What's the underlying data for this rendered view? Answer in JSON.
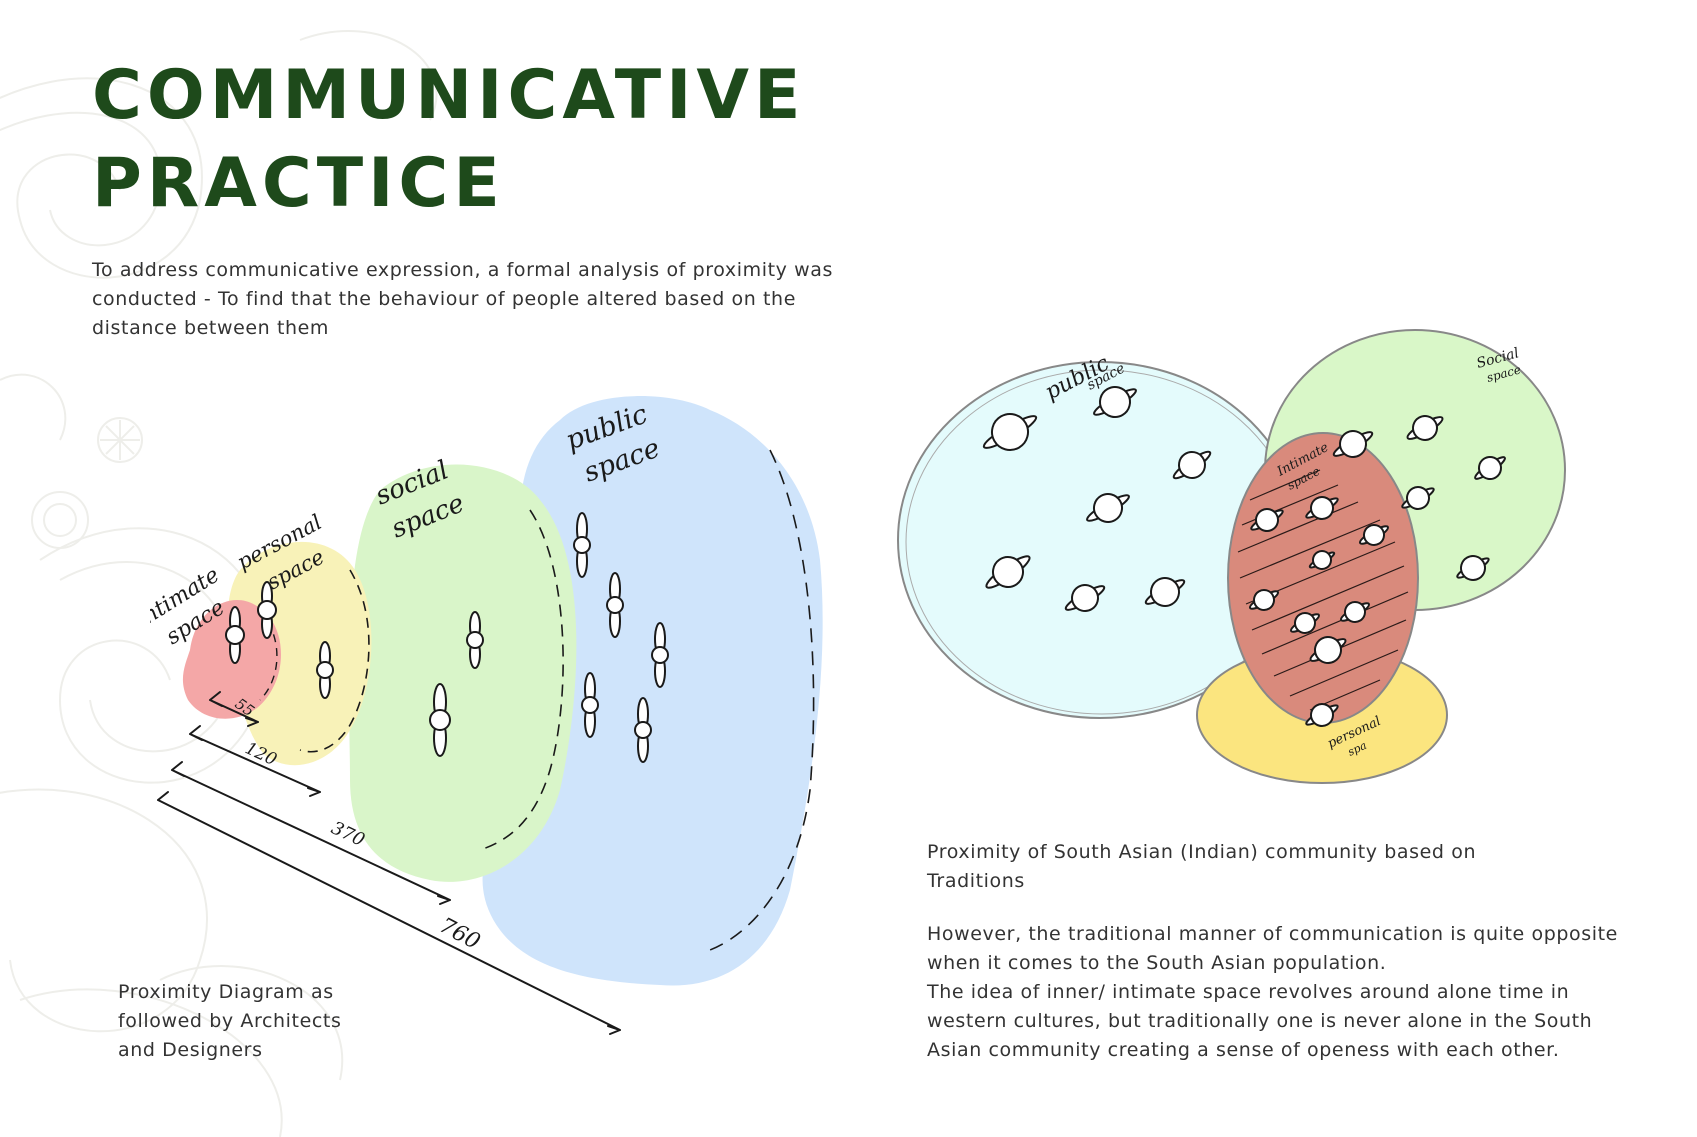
{
  "title_lines": [
    "COMMUNICATIVE",
    "PRACTICE"
  ],
  "intro_lines": [
    "To address communicative expression, a formal analysis of proximity was",
    "conducted - To find that the behaviour of people altered based on the",
    "distance between them"
  ],
  "left_diagram": {
    "zones": {
      "intimate": [
        "intimate",
        "space"
      ],
      "personal": [
        "personal",
        "space"
      ],
      "social": [
        "social",
        "space"
      ],
      "public": [
        "public",
        "space"
      ]
    },
    "distances": [
      "55",
      "120",
      "370",
      "760"
    ],
    "caption_lines": [
      "Proximity Diagram as",
      "followed by Architects",
      "and Designers"
    ]
  },
  "right_diagram": {
    "zones": {
      "public": [
        "public",
        "space"
      ],
      "social": [
        "Social",
        "space"
      ],
      "intimate": [
        "Intimate",
        "space"
      ],
      "personal": [
        "personal",
        "spa"
      ]
    },
    "caption_lines": [
      "Proximity of South Asian (Indian) community based on",
      "Traditions"
    ],
    "body_lines": [
      "However, the traditional manner of communication is quite opposite",
      "when it comes to the South Asian population.",
      "The idea of inner/ intimate space revolves around alone time in",
      "western cultures, but traditionally one is never alone in the South",
      "Asian community creating a sense of openess with each other."
    ]
  },
  "colors": {
    "title": "#1e4a1b",
    "intimate": "#f4a7a7",
    "personal": "#f8f2b8",
    "social": "#d9f5c9",
    "public": "#cfe4fb",
    "public_right": "#e4fbfc",
    "social_right": "#d9f7c8",
    "intimate_right": "#d98a7c",
    "personal_right": "#fbe57f"
  }
}
